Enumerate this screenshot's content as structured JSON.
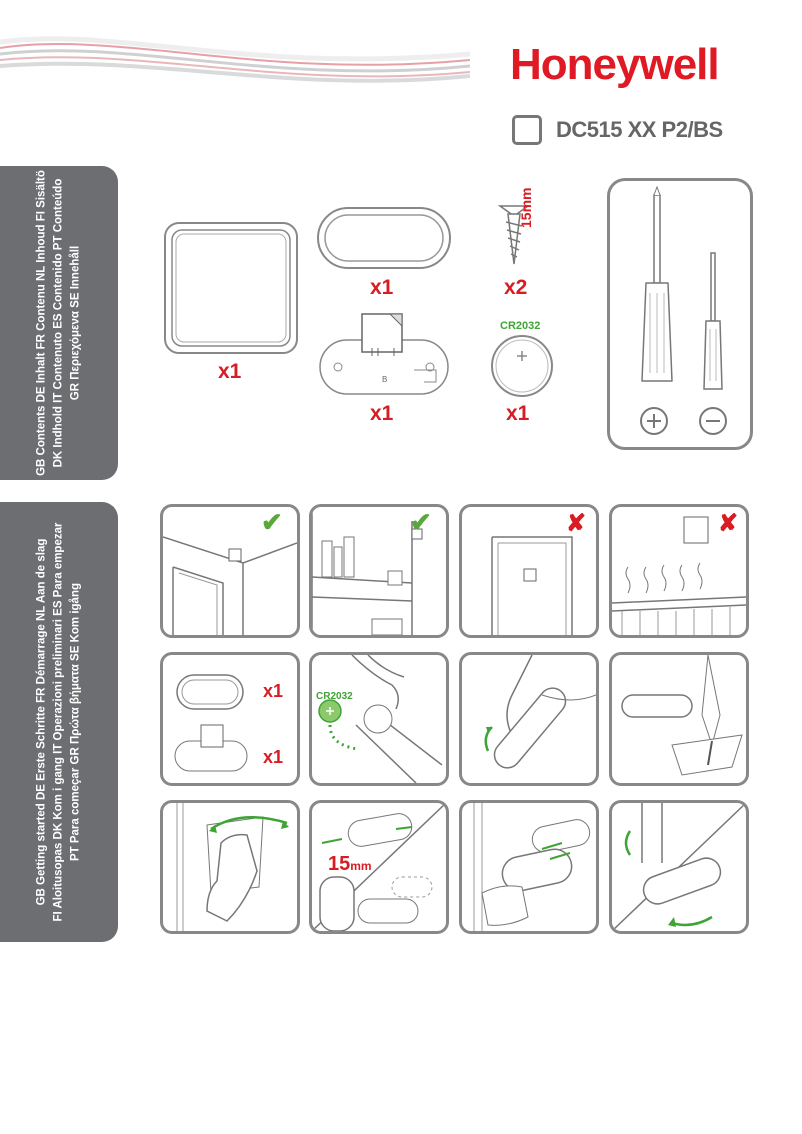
{
  "brand": {
    "name": "Honeywell",
    "color": "#e01a24"
  },
  "model": {
    "code": "DC515 XX P2/BS"
  },
  "contents_tab": {
    "lines": [
      "GB Contents DE Inhalt FR Contenu NL Inhoud FI Sisältö",
      "DK Indhold IT Contenuto ES Contenido PT Conteúdo",
      "GR Περιεχόμενα SE Innehåll"
    ]
  },
  "getting_started_tab": {
    "lines": [
      "GB Getting started DE Erste Schritte FR Démarrage NL Aan de slag",
      "FI Aloitusopas DK Kom i gang IT Operazioni preliminari ES Para empezar",
      "PT Para começar GR Πρώτα βήματα SE Kom igång"
    ]
  },
  "contents": {
    "magnet_qty": "x1",
    "sensor_qty": "x1",
    "base_qty": "x1",
    "screws_qty": "x2",
    "battery_qty": "x1",
    "screw_length": "15mm",
    "battery_label": "CR2032"
  },
  "tools": {
    "plus_icon": "phillips-screwdriver-icon",
    "minus_icon": "flat-screwdriver-icon"
  },
  "steps": {
    "ok_mark": "✔",
    "bad_mark": "✘",
    "qty_top": "x1",
    "qty_bottom": "x1",
    "battery_label": "CR2032",
    "screw_length_num": "15",
    "screw_length_unit": "mm"
  },
  "colors": {
    "accent_red": "#d91c24",
    "check_green": "#5aa73a",
    "tab_grey": "#6d6e71"
  }
}
